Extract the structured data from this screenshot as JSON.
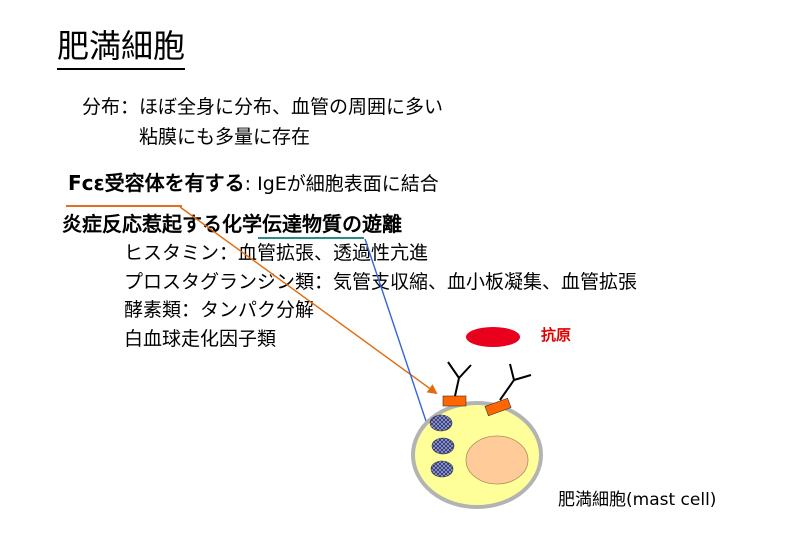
{
  "title": "肥満細胞",
  "distribution": {
    "line1": "分布：ほぼ全身に分布、血管の周囲に多い",
    "line2": "粘膜にも多量に存在"
  },
  "receptor": {
    "heading": "Fcε受容体を有する",
    "detail": ": IgEが細胞表面に結合"
  },
  "release": {
    "heading_prefix": "炎症反応惹起する",
    "heading_highlight": "化学伝達物質",
    "heading_suffix": "の遊離",
    "items": [
      "ヒスタミン：血管拡張、透過性亢進",
      "プロスタグランジン類：気管支収縮、血小板凝集、血管拡張",
      "酵素類：タンパク分解",
      "白血球走化因子類"
    ]
  },
  "diagram": {
    "antigen_label": "抗原",
    "cell_label": "肥満細胞(mast cell)",
    "colors": {
      "cell_fill": "#ffff99",
      "cell_border": "#b3b3b3",
      "nucleus": "#ffcc99",
      "antigen": "#e8001c",
      "receptor": "#ff6600",
      "arrow_orange": "#e06c10",
      "arrow_blue": "#3366dd",
      "underline_orange": "#e07020",
      "underline_teal": "#2a8a8a"
    }
  }
}
